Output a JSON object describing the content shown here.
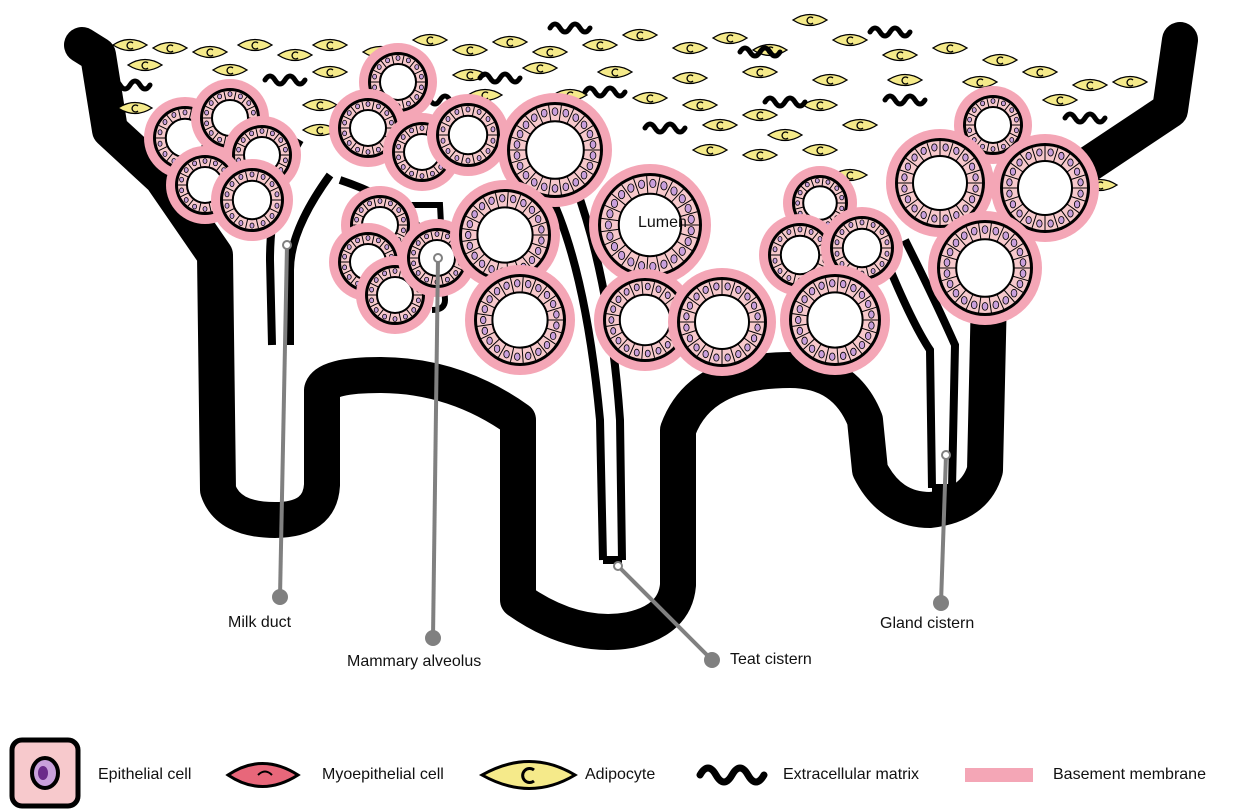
{
  "labels": {
    "lumen": "Lumen",
    "milk_duct": "Milk duct",
    "mammary_alveolus": "Mammary alveolus",
    "teat_cistern": "Teat cistern",
    "gland_cistern": "Gland cistern"
  },
  "legend": {
    "epithelial_cell": "Epithelial cell",
    "myoepithelial_cell": "Myoepithelial cell",
    "adipocyte": "Adipocyte",
    "extracellular_matrix": "Extracellular matrix",
    "basement_membrane": "Basement membrane"
  },
  "colors": {
    "outline": "#000000",
    "basement_membrane": "#f4a6b6",
    "epithelial_cell": "#f7c9cc",
    "nucleus": "#c9a0dc",
    "adipocyte": "#f5ea8a",
    "myoepithelial": "#e8677a",
    "pointer": "#808080"
  }
}
